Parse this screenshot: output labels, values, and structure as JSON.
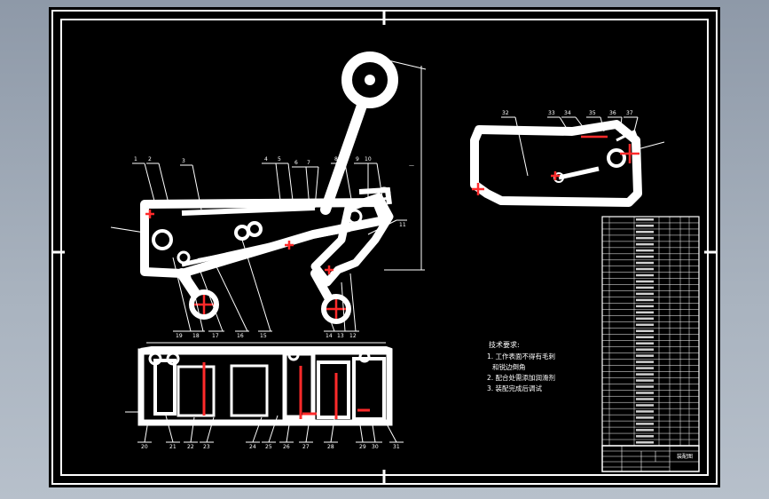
{
  "window": {
    "background": "#9aa5b3",
    "sheet_color": "#000000",
    "line_color": "#ffffff",
    "accent_color": "#ff0000"
  },
  "balloons_side": [
    "1",
    "2",
    "3",
    "4",
    "5",
    "6",
    "7",
    "8",
    "9",
    "10"
  ],
  "balloons_right": [
    "11"
  ],
  "balloons_bottom_side": [
    "19",
    "18",
    "17",
    "16",
    "15",
    "14",
    "13",
    "12"
  ],
  "balloons_inset": [
    "32",
    "33",
    "34",
    "35",
    "36",
    "37"
  ],
  "balloons_plan": [
    "20",
    "21",
    "22",
    "23",
    "24",
    "25",
    "26",
    "27",
    "28",
    "29",
    "30",
    "31"
  ],
  "notes": {
    "title": "技术要求:",
    "lines": [
      "1. 工作表面不得有毛刺",
      "和锐边倒角",
      "2. 配合处需添加润滑剂",
      "3. 装配完成后调试"
    ]
  },
  "title_block": {
    "drawing_no": "装配图"
  }
}
